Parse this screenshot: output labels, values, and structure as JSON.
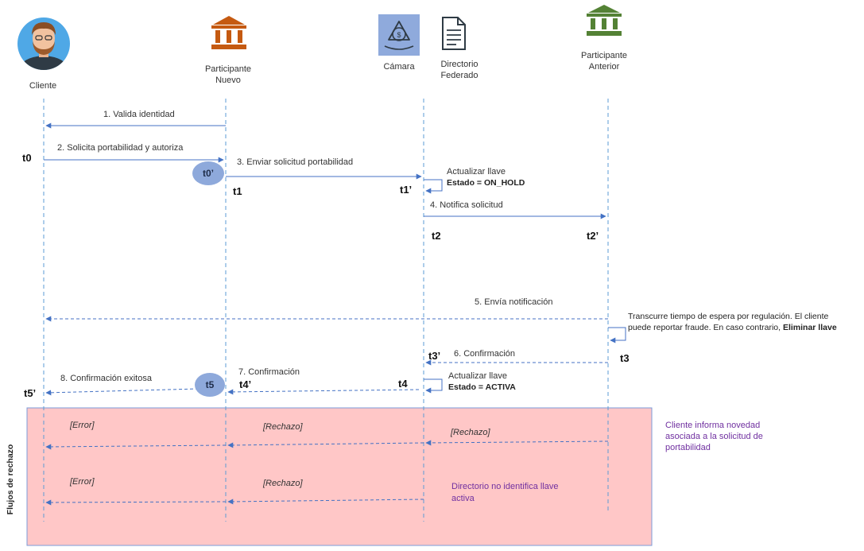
{
  "actors": {
    "cliente": "Cliente",
    "nuevo_l1": "Participante",
    "nuevo_l2": "Nuevo",
    "camara": "Cámara",
    "directorio_l1": "Directorio",
    "directorio_l2": "Federado",
    "anterior_l1": "Participante",
    "anterior_l2": "Anterior"
  },
  "messages": {
    "m1": "1. Valida identidad",
    "m2": "2. Solicita portabilidad y autoriza",
    "m3": "3. Enviar solicitud portabilidad",
    "m4": "4. Notifica solicitud",
    "m5": "5. Envía notificación",
    "m6": "6. Confirmación",
    "m7": "7. Confirmación",
    "m8": "8. Confirmación exitosa"
  },
  "notes": {
    "upd1_l1": "Actualizar llave",
    "upd1_l2": "Estado = ON_HOLD",
    "upd2_l1": "Actualizar llave",
    "upd2_l2": "Estado = ACTIVA",
    "wait_l1": "Transcurre tiempo de espera por regulación. El cliente",
    "wait_l2_a": "puede reportar fraude. En caso contrario, ",
    "wait_l2_b": "Eliminar llave"
  },
  "times": {
    "t0": "t0",
    "t0p": "t0’",
    "t1": "t1",
    "t1p": "t1’",
    "t2": "t2",
    "t2p": "t2’",
    "t3": "t3",
    "t3p": "t3’",
    "t4": "t4",
    "t4p": "t4’",
    "t5": "t5",
    "t5p": "t5’"
  },
  "rejection": {
    "section_label": "Flujos de rechazo",
    "error1": "[Error]",
    "rechazo1": "[Rechazo]",
    "rechazo2": "[Rechazo]",
    "error2": "[Error]",
    "rechazo3": "[Rechazo]",
    "note_directorio_l1": "Directorio no identifica llave",
    "note_directorio_l2": "activa",
    "note_cliente_l1": "Cliente informa novedad",
    "note_cliente_l2": "asociada a la solicitud de",
    "note_cliente_l3": "portabilidad"
  },
  "colors": {
    "arrow": "#4472c4",
    "lifeline": "#5b9bd5",
    "rejection_bg": "#ffc7c7",
    "rejection_border": "#7b9bd8",
    "bank_new": "#c55a11",
    "bank_old": "#548235",
    "time_bubble": "#8ea9db",
    "purple_text": "#7030a0"
  },
  "icons": {
    "cliente": "person-avatar-icon",
    "nuevo": "bank-icon",
    "camara": "clearing-house-icon",
    "directorio": "document-icon",
    "anterior": "bank-icon"
  }
}
